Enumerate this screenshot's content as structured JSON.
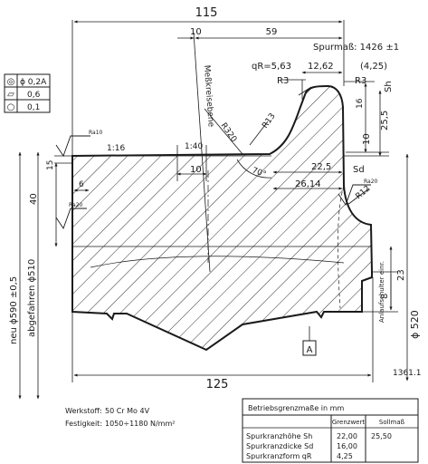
{
  "dimensions": {
    "overall_width": "115",
    "d10_top": "10",
    "d59": "59",
    "spurmass": "Spurmaß: 1426 ±1",
    "qr": "qR=5,63",
    "d12_62": "12,62",
    "d4_25": "(4,25)",
    "r3_left": "R3",
    "r3_right": "R3",
    "sh": "Sh",
    "d16": "16",
    "d25_5": "25,5",
    "d10_right": "10",
    "r13": "R13",
    "r320": "R320",
    "messkreisebene": "Meßkreisebene",
    "taper_left": "1:16",
    "taper_mid": "1:40",
    "d10_mid": "10",
    "angle70": "70°",
    "d22_5": "22,5",
    "sd": "Sd",
    "d26_14": "26,14",
    "r12": "R12",
    "d15": "15",
    "d6": "6",
    "d40": "40",
    "d23": "23",
    "d8": "8",
    "dia_neu": "neu ϕ590 ±0,5",
    "dia_abgefahren": "abgefahren ϕ510",
    "dia520": "ϕ 520",
    "anlaufschulter": "Anlaufschulter einr.",
    "bottom_width": "125",
    "datum_a": "A",
    "drawing_no": "1361.1",
    "r_10": "Ra10",
    "r_20": "Ra20",
    "r_20b": "Ra20"
  },
  "tolerance_table": [
    {
      "symbol": "◎",
      "value": "ϕ 0,2A"
    },
    {
      "symbol": "⏥",
      "value": "0,6"
    },
    {
      "symbol": "○",
      "value": "0,1"
    }
  ],
  "material": {
    "werkstoff_label": "Werkstoff:",
    "werkstoff_value": "50 Cr Mo 4V",
    "festigkeit_label": "Festigkeit:",
    "festigkeit_value": "1050÷1180 N/mm²"
  },
  "limits_table": {
    "title": "Betriebsgrenzmaße in mm",
    "col_headers": [
      "Grenzwert",
      "Sollmaß"
    ],
    "rows": [
      {
        "label": "Spurkranzhöhe Sh",
        "grenzwert": "22,00",
        "sollmass": "25,50"
      },
      {
        "label": "Spurkranzdicke Sd",
        "grenzwert": "16,00",
        "sollmass": ""
      },
      {
        "label": "Spurkranzform qR",
        "grenzwert": "4,25",
        "sollmass": ""
      }
    ]
  }
}
